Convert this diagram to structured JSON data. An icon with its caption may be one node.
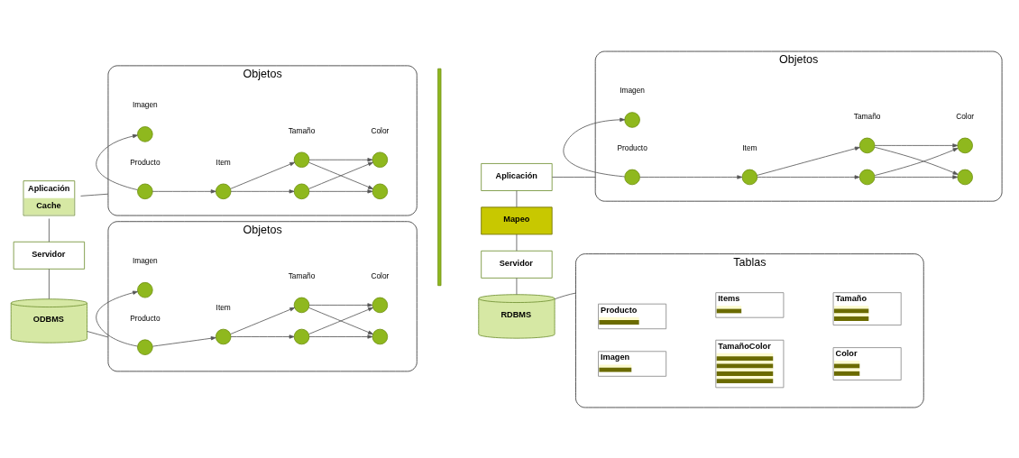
{
  "diagram": {
    "nodes": [
      {
        "text": [
          "Aplicación",
          "Cache"
        ]
      },
      {
        "text": [
          "Servidor"
        ]
      },
      {
        "text": [
          "ODBMS"
        ]
      },
      {
        "text": [
          "Objetos"
        ]
      },
      {
        "text": [],
        "shape": "circle",
        "beside": [
          "Producto"
        ],
        "in": 3
      },
      {
        "text": [],
        "shape": "circle",
        "beside": [
          "Imagen"
        ],
        "in": 3
      },
      {
        "text": [],
        "shape": "circle",
        "beside": [
          "Item"
        ],
        "in": 3
      },
      {
        "text": [],
        "shape": "circle",
        "in": 3
      },
      {
        "text": [],
        "shape": "circle",
        "beside": [
          "Tamaño"
        ],
        "in": 3
      },
      {
        "text": [],
        "shape": "circle",
        "in": 3
      },
      {
        "text": [],
        "shape": "circle",
        "beside": [
          "Color"
        ],
        "in": 3
      },
      {
        "text": [
          "Objetos"
        ]
      },
      {
        "text": [],
        "shape": "circle",
        "beside": [
          "Producto"
        ],
        "in": 11
      },
      {
        "text": [],
        "shape": "circle",
        "beside": [
          "Imagen"
        ],
        "in": 11
      },
      {
        "text": [],
        "shape": "circle",
        "beside": [
          "Item"
        ],
        "in": 11
      },
      {
        "text": [],
        "shape": "circle",
        "in": 11
      },
      {
        "text": [],
        "shape": "circle",
        "beside": [
          "Tamaño"
        ],
        "in": 11
      },
      {
        "text": [],
        "shape": "circle",
        "in": 11
      },
      {
        "text": [],
        "shape": "circle",
        "beside": [
          "Color"
        ],
        "in": 11
      },
      {
        "text": [
          "Aplicación"
        ]
      },
      {
        "text": [
          "Mapeo"
        ]
      },
      {
        "text": [
          "Servidor"
        ]
      },
      {
        "text": [
          "RDBMS"
        ]
      },
      {
        "text": [
          "Objetos"
        ]
      },
      {
        "text": [],
        "shape": "circle",
        "beside": [
          "Producto"
        ],
        "in": 23
      },
      {
        "text": [],
        "shape": "circle",
        "beside": [
          "Imagen"
        ],
        "in": 23
      },
      {
        "text": [],
        "shape": "circle",
        "beside": [
          "Item"
        ],
        "in": 23
      },
      {
        "text": [],
        "shape": "circle",
        "in": 23
      },
      {
        "text": [],
        "shape": "circle",
        "beside": [
          "Tamaño"
        ],
        "in": 23
      },
      {
        "text": [],
        "shape": "circle",
        "in": 23
      },
      {
        "text": [],
        "shape": "circle",
        "beside": [
          "Color"
        ],
        "in": 23
      },
      {
        "text": [
          "Tablas"
        ]
      },
      {
        "text": [
          "Items"
        ],
        "in": 31
      },
      {
        "text": [
          "Producto"
        ],
        "in": 31
      },
      {
        "text": [
          "Tamaño"
        ],
        "in": 31
      },
      {
        "text": [
          "Imagen"
        ],
        "in": 31
      },
      {
        "text": [
          "Color"
        ],
        "in": 31
      },
      {
        "text": [
          "TamañoColor"
        ],
        "in": 31
      }
    ],
    "edges": [
      {
        "from": 0,
        "to": 1,
        "arrow": "none"
      },
      {
        "from": 1,
        "to": 2,
        "arrow": "none"
      },
      {
        "from": 0,
        "to": 3,
        "arrow": "none"
      },
      {
        "from": 2,
        "to": 11,
        "arrow": "none"
      },
      {
        "from": 4,
        "to": 5,
        "arrow": "to"
      },
      {
        "from": 4,
        "to": 6,
        "arrow": "to"
      },
      {
        "from": 6,
        "to": 7,
        "arrow": "to"
      },
      {
        "from": 6,
        "to": 8,
        "arrow": "to"
      },
      {
        "from": 7,
        "to": 9,
        "arrow": "to"
      },
      {
        "from": 7,
        "to": 10,
        "arrow": "to"
      },
      {
        "from": 8,
        "to": 9,
        "arrow": "to"
      },
      {
        "from": 8,
        "to": 10,
        "arrow": "to"
      },
      {
        "from": 12,
        "to": 13,
        "arrow": "to"
      },
      {
        "from": 12,
        "to": 14,
        "arrow": "to"
      },
      {
        "from": 14,
        "to": 15,
        "arrow": "to"
      },
      {
        "from": 14,
        "to": 16,
        "arrow": "to"
      },
      {
        "from": 15,
        "to": 17,
        "arrow": "to"
      },
      {
        "from": 15,
        "to": 18,
        "arrow": "to"
      },
      {
        "from": 16,
        "to": 17,
        "arrow": "to"
      },
      {
        "from": 16,
        "to": 18,
        "arrow": "to"
      },
      {
        "from": 19,
        "to": 20,
        "arrow": "none"
      },
      {
        "from": 20,
        "to": 21,
        "arrow": "none"
      },
      {
        "from": 21,
        "to": 22,
        "arrow": "none"
      },
      {
        "from": 19,
        "to": 23,
        "arrow": "none"
      },
      {
        "from": 22,
        "to": 31,
        "arrow": "none"
      },
      {
        "from": 24,
        "to": 25,
        "arrow": "to"
      },
      {
        "from": 24,
        "to": 26,
        "arrow": "to"
      },
      {
        "from": 26,
        "to": 27,
        "arrow": "to"
      },
      {
        "from": 26,
        "to": 28,
        "arrow": "to"
      },
      {
        "from": 27,
        "to": 29,
        "arrow": "to"
      },
      {
        "from": 27,
        "to": 30,
        "arrow": "to"
      },
      {
        "from": 28,
        "to": 29,
        "arrow": "to"
      },
      {
        "from": 28,
        "to": 30,
        "arrow": "to"
      }
    ]
  }
}
